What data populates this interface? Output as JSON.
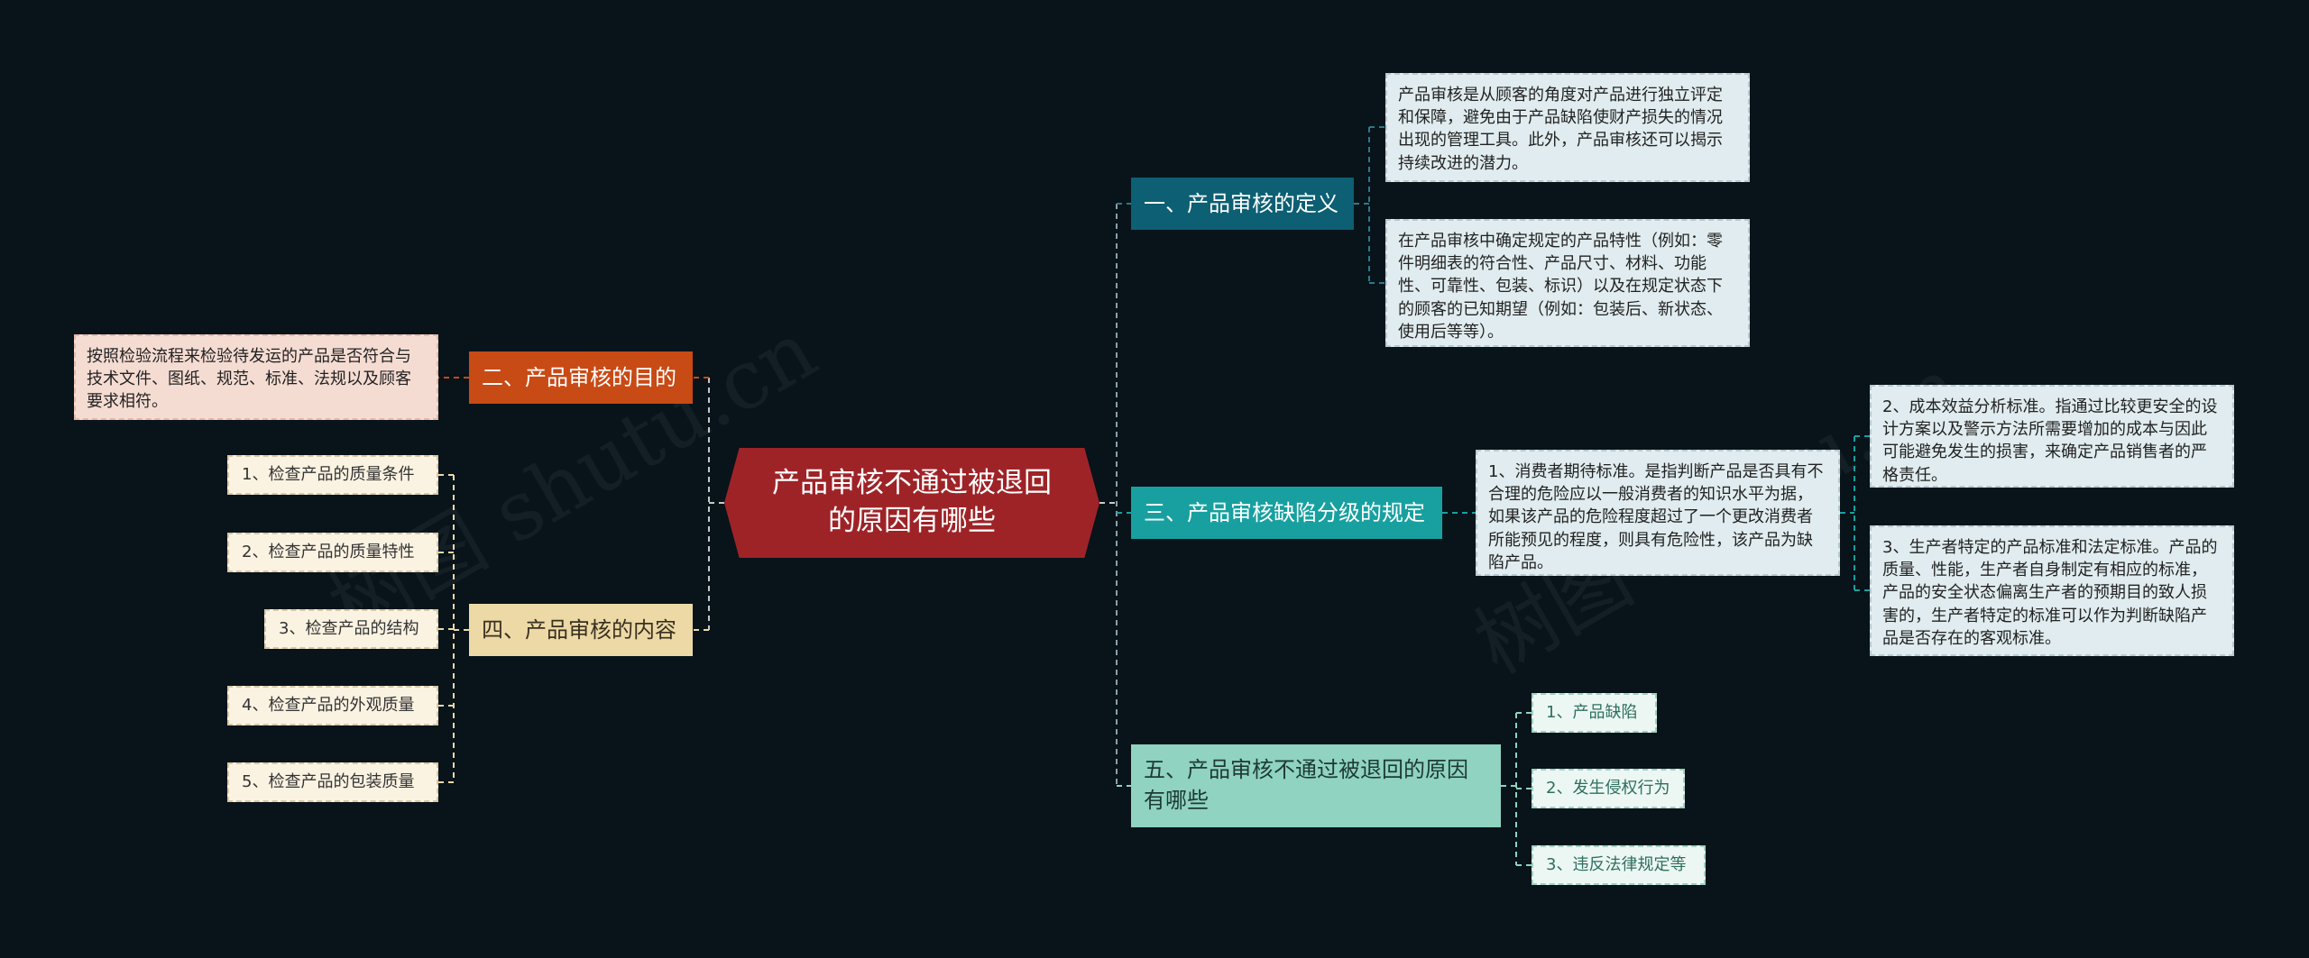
{
  "center": {
    "title": "产品审核不通过被退回的原因有哪些"
  },
  "branches": {
    "definition": {
      "label": "一、产品审核的定义",
      "children": [
        "产品审核是从顾客的角度对产品进行独立评定和保障，避免由于产品缺陷使财产损失的情况出现的管理工具。此外，产品审核还可以揭示持续改进的潜力。",
        "在产品审核中确定规定的产品特性（例如：零件明细表的符合性、产品尺寸、材料、功能性、可靠性、包装、标识）以及在规定状态下的顾客的已知期望（例如：包装后、新状态、使用后等等）。"
      ]
    },
    "purpose": {
      "label": "二、产品审核的目的",
      "children": [
        "按照检验流程来检验待发运的产品是否符合与技术文件、图纸、规范、标准、法规以及顾客要求相符。"
      ]
    },
    "standard": {
      "label": "三、产品审核缺陷分级的规定",
      "children": [
        "1、消费者期待标准。是指判断产品是否具有不合理的危险应以一般消费者的知识水平为据，如果该产品的危险程度超过了一个更改消费者所能预见的程度，则具有危险性，该产品为缺陷产品。",
        "2、成本效益分析标准。指通过比较更安全的设计方案以及警示方法所需要增加的成本与因此可能避免发生的损害，来确定产品销售者的严格责任。",
        "3、生产者特定的产品标准和法定标准。产品的质量、性能，生产者自身制定有相应的标准，产品的安全状态偏离生产者的预期目的致人损害的，生产者特定的标准可以作为判断缺陷产品是否存在的客观标准。"
      ]
    },
    "content": {
      "label": "四、产品审核的内容",
      "children": [
        "1、检查产品的质量条件",
        "2、检查产品的质量特性",
        "3、检查产品的结构",
        "4、检查产品的外观质量",
        "5、检查产品的包装质量"
      ]
    },
    "reasons": {
      "label": "五、产品审核不通过被退回的原因有哪些",
      "children": [
        "1、产品缺陷",
        "2、发生侵权行为",
        "3、违反法律规定等"
      ]
    }
  },
  "watermark": "树图 shutu.cn",
  "colors": {
    "background": "#08131a",
    "center": "#9e2327",
    "branch_definition": "#0d5f73",
    "branch_purpose": "#c84a15",
    "branch_standard": "#18a0a0",
    "branch_content": "#ecd9a6",
    "branch_reasons": "#8fd3c0",
    "connector": "#c8c8c8"
  }
}
